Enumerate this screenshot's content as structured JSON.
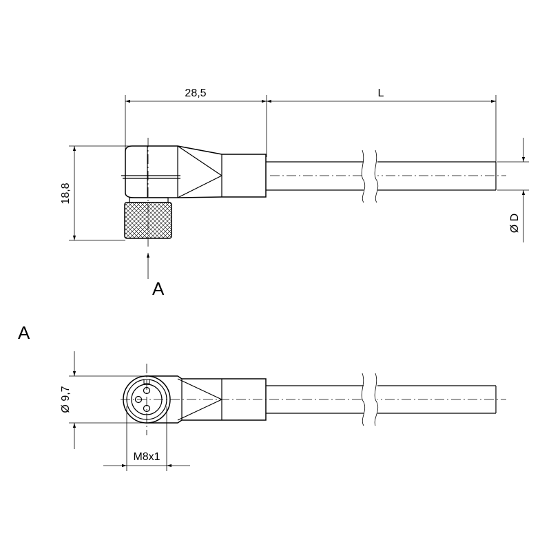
{
  "dimensions": {
    "top_width": "28,5",
    "cable_length": "L",
    "height": "18,8",
    "cable_diameter": "Ø D",
    "head_diameter": "Ø 9,7",
    "thread": "M8x1"
  },
  "labels": {
    "view_arrow": "A",
    "view_title": "A"
  }
}
